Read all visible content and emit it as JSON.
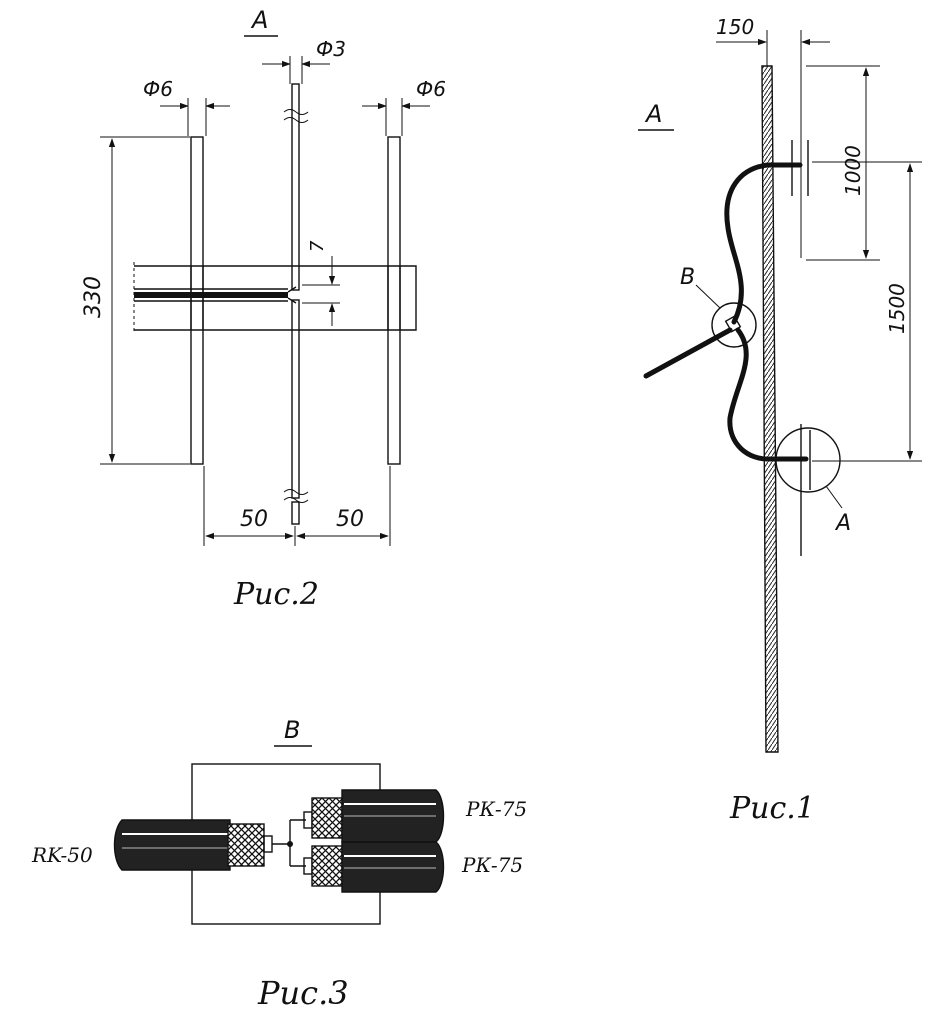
{
  "fig2": {
    "section": "А",
    "dia_left": "Ф6",
    "dia_mid": "Ф3",
    "dia_right": "Ф6",
    "dim_height": "330",
    "dim_gap": "7",
    "dim_left": "50",
    "dim_right": "50",
    "caption": "Рис.2"
  },
  "fig1": {
    "dim_top": "150",
    "section": "А",
    "dim_1000": "1000",
    "dim_1500": "1500",
    "callout_b": "В",
    "callout_a": "А",
    "caption": "Рис.1"
  },
  "fig3": {
    "section": "В",
    "cable_left": "RK-50",
    "cable_top": "РК-75",
    "cable_bottom": "РК-75",
    "caption": "Рис.3"
  }
}
